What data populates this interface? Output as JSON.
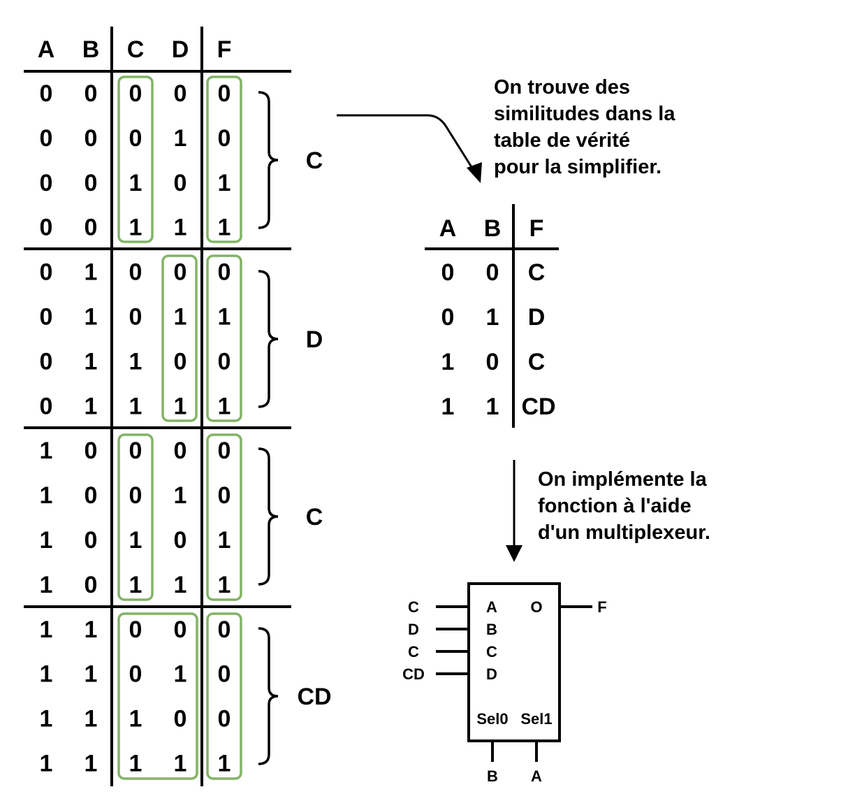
{
  "truth_table": {
    "headers": [
      "A",
      "B",
      "C",
      "D",
      "F"
    ],
    "rows": [
      [
        "0",
        "0",
        "0",
        "0",
        "0"
      ],
      [
        "0",
        "0",
        "0",
        "1",
        "0"
      ],
      [
        "0",
        "0",
        "1",
        "0",
        "1"
      ],
      [
        "0",
        "0",
        "1",
        "1",
        "1"
      ],
      [
        "0",
        "1",
        "0",
        "0",
        "0"
      ],
      [
        "0",
        "1",
        "0",
        "1",
        "1"
      ],
      [
        "0",
        "1",
        "1",
        "0",
        "0"
      ],
      [
        "0",
        "1",
        "1",
        "1",
        "1"
      ],
      [
        "1",
        "0",
        "0",
        "0",
        "0"
      ],
      [
        "1",
        "0",
        "0",
        "1",
        "0"
      ],
      [
        "1",
        "0",
        "1",
        "0",
        "1"
      ],
      [
        "1",
        "0",
        "1",
        "1",
        "1"
      ],
      [
        "1",
        "1",
        "0",
        "0",
        "0"
      ],
      [
        "1",
        "1",
        "0",
        "1",
        "0"
      ],
      [
        "1",
        "1",
        "1",
        "0",
        "0"
      ],
      [
        "1",
        "1",
        "1",
        "1",
        "1"
      ]
    ],
    "group_labels": [
      "C",
      "D",
      "C",
      "CD"
    ]
  },
  "note_simplify": [
    "On trouve des",
    "similitudes dans la",
    "table de vérité",
    "pour la simplifier."
  ],
  "simplified_table": {
    "headers": [
      "A",
      "B",
      "F"
    ],
    "rows": [
      [
        "0",
        "0",
        "C"
      ],
      [
        "0",
        "1",
        "D"
      ],
      [
        "1",
        "0",
        "C"
      ],
      [
        "1",
        "1",
        "CD"
      ]
    ]
  },
  "note_mux": [
    "On implémente la",
    "fonction à l'aide",
    "d'un multiplexeur."
  ],
  "mux": {
    "inputs": [
      "C",
      "D",
      "C",
      "CD"
    ],
    "input_pins": [
      "A",
      "B",
      "C",
      "D"
    ],
    "output_pin": "O",
    "output_signal": "F",
    "select_pins": [
      "Sel0",
      "Sel1"
    ],
    "select_signals": [
      "B",
      "A"
    ]
  },
  "colors": {
    "highlight": "#82b366",
    "ink": "#000000"
  }
}
